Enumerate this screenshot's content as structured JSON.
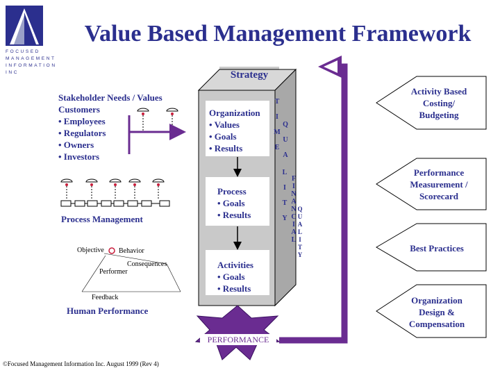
{
  "title": "Value Based Management Framework",
  "logo": {
    "lines": [
      "FOCUSED",
      "MANAGEMENT",
      "INFORMATION",
      "INC"
    ]
  },
  "stakeholder": {
    "heading": "Stakeholder Needs / Values",
    "items": [
      "Customers",
      "• Employees",
      "• Regulators",
      "• Owners",
      "• Investors"
    ]
  },
  "process_management": "Process Management",
  "human_performance": {
    "objective": "Objective",
    "behavior": "Behavior",
    "consequences": "Consequences",
    "performer": "Performer",
    "feedback": "Feedback",
    "label": "Human Performance"
  },
  "strategy": "Strategy",
  "column": {
    "organization": [
      "Organization",
      "• Values",
      "• Goals",
      "• Results"
    ],
    "process": [
      "Process",
      "• Goals",
      "• Results"
    ],
    "activities": [
      "Activities",
      "• Goals",
      "• Results"
    ]
  },
  "vertical_words": {
    "timeliness_a": [
      "T",
      "I",
      "M",
      "E"
    ],
    "timeliness_b": [
      "L",
      "I",
      "T",
      "Y"
    ],
    "quality_a": [
      "Q",
      "U",
      "A"
    ],
    "financial": [
      "F",
      "I",
      "N",
      "A",
      "N",
      "C",
      "I",
      "A",
      "L"
    ],
    "quality_b": [
      "Q",
      "U",
      "A",
      "L",
      "I",
      "T",
      "Y"
    ]
  },
  "performance": "PERFORMANCE",
  "right_boxes": [
    "Activity Based Costing/ Budgeting",
    "Performance Measurement / Scorecard",
    "Best Practices",
    "Organization Design & Compensation"
  ],
  "copyright": "©Focused Management Information Inc. August 1999 (Rev 4)",
  "colors": {
    "navy": "#2b2f8e",
    "purple": "#6a2c91",
    "red": "#c81e3c",
    "shade": "#b9b9b9",
    "column": "#c9c9c9"
  }
}
